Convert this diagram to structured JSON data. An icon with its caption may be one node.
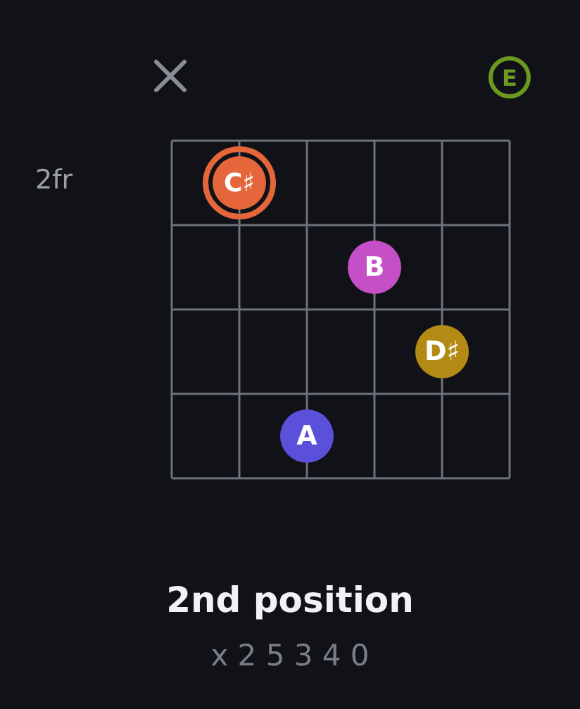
{
  "diagram": {
    "title": "2nd position",
    "caption": "x 2 5 3 4 0",
    "nodes": [
      {
        "text": [
          "E"
        ]
      },
      {
        "text": [
          "C♯"
        ]
      },
      {
        "text": [
          "B"
        ]
      },
      {
        "text": [
          "D♯"
        ]
      },
      {
        "text": [
          "A"
        ]
      }
    ],
    "labels": [
      "2fr"
    ]
  }
}
